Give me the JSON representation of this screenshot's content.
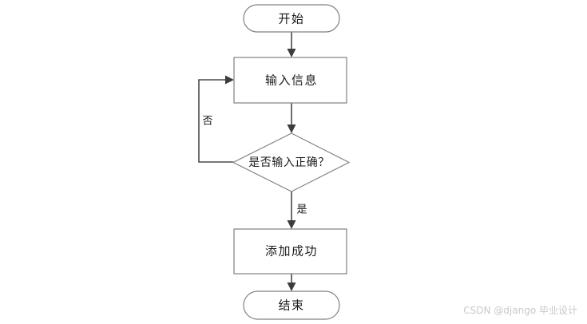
{
  "diagram": {
    "type": "flowchart",
    "orientation": "top-to-bottom",
    "background_color": "#ffffff",
    "shape_stroke_color": "#808080",
    "connector_color": "#4a4a4a",
    "text_color": "#1a1a1a",
    "nodes": [
      {
        "id": "start",
        "shape": "stadium",
        "label": "开始"
      },
      {
        "id": "input",
        "shape": "rectangle",
        "label": "输入信息"
      },
      {
        "id": "decision",
        "shape": "diamond",
        "label": "是否输入正确？"
      },
      {
        "id": "success",
        "shape": "rectangle",
        "label": "添加成功"
      },
      {
        "id": "end",
        "shape": "stadium",
        "label": "结束"
      }
    ],
    "edges": [
      {
        "from": "start",
        "to": "input",
        "label": ""
      },
      {
        "from": "input",
        "to": "decision",
        "label": ""
      },
      {
        "from": "decision",
        "to": "input",
        "label": "否"
      },
      {
        "from": "decision",
        "to": "success",
        "label": "是"
      },
      {
        "from": "success",
        "to": "end",
        "label": ""
      }
    ]
  },
  "watermark": {
    "text": "CSDN @django 毕业设计",
    "color": "#c9c9c9"
  }
}
